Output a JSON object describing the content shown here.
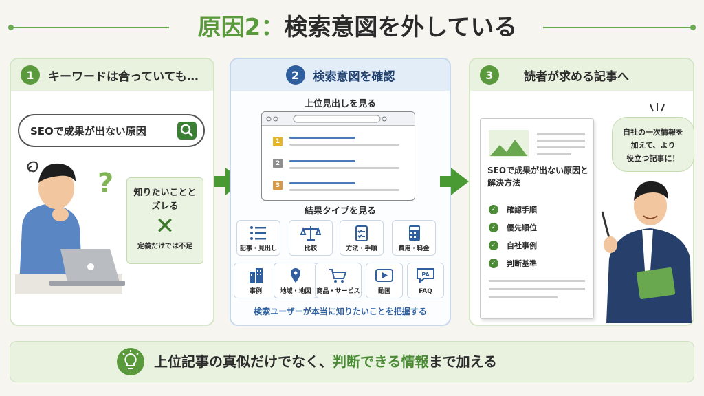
{
  "title": {
    "prefix": "原因2：",
    "main": "検索意図を外している"
  },
  "panel1": {
    "number": "1",
    "heading": "キーワードは合っていても…",
    "search_text": "SEOで成果が出ない原因",
    "note_line1": "知りたいことと",
    "note_line2": "ズレる",
    "note_mark": "✕",
    "note_foot": "定義だけでは不足"
  },
  "panel2": {
    "number": "2",
    "heading": "検索意図を確認",
    "top_label": "上位見出しを見る",
    "ranks": [
      "1",
      "2",
      "3"
    ],
    "mid_label": "結果タイプを見る",
    "tiles": [
      {
        "label": "記事・見出し",
        "icon": "list-icon"
      },
      {
        "label": "比較",
        "icon": "scale-icon"
      },
      {
        "label": "方法・手順",
        "icon": "checklist-icon"
      },
      {
        "label": "費用・料金",
        "icon": "calculator-icon"
      },
      {
        "label": "事例",
        "icon": "building-icon"
      },
      {
        "label": "地域・地図",
        "icon": "map-pin-icon"
      },
      {
        "label": "商品・サービス",
        "icon": "cart-icon"
      },
      {
        "label": "動画",
        "icon": "video-icon"
      },
      {
        "label": "FAQ",
        "icon": "faq-bubble-icon"
      }
    ],
    "footer": "検索ユーザーが本当に知りたいことを把握する"
  },
  "panel3": {
    "number": "3",
    "heading": "読者が求める記事へ",
    "doc_title_line1": "SEOで成果が出ない原因と",
    "doc_title_line2": "解決方法",
    "checks": [
      "確認手順",
      "優先順位",
      "自社事例",
      "判断基準"
    ],
    "speech_line1": "自社の一次情報を",
    "speech_line2": "加えて、より",
    "speech_line3": "役立つ記事に！"
  },
  "bottom": {
    "part1": "上位記事の真似だけでなく、",
    "highlight1": "判断できる情報",
    "part2": "まで加える"
  },
  "colors": {
    "green": "#5a9a3c",
    "blue": "#2f5f9e",
    "panel_head_green": "#e8f2df",
    "panel_head_blue": "#e3edf8"
  }
}
